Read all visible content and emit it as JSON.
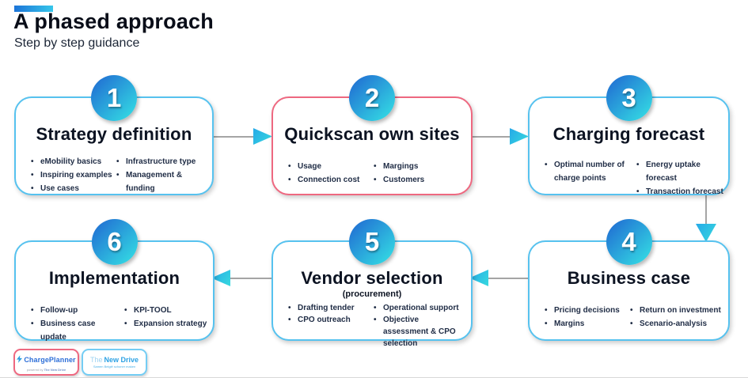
{
  "page": {
    "title": "A phased approach",
    "subtitle": "Step by step guidance"
  },
  "colors": {
    "accent_blue": "#2170d3",
    "accent_cyan": "#33d7e3",
    "box_border_blue": "#56c2ef",
    "box_border_pink": "#ee6880",
    "arrow_gray": "#a5a5a5",
    "text_dark": "#0c1322"
  },
  "steps": [
    {
      "number": "1",
      "title": "Strategy definition",
      "bullets_left": [
        "eMobility basics",
        "Inspiring examples",
        "Use cases"
      ],
      "bullets_right": [
        "Infrastructure type",
        "Management & funding"
      ]
    },
    {
      "number": "2",
      "title": "Quickscan own sites",
      "bullets_left": [
        "Usage",
        "Connection cost"
      ],
      "bullets_right": [
        "Margings",
        "Customers"
      ]
    },
    {
      "number": "3",
      "title": "Charging forecast",
      "bullets_left": [
        "Optimal number of charge points"
      ],
      "bullets_right": [
        "Energy uptake forecast",
        "Transaction forecast"
      ]
    },
    {
      "number": "4",
      "title": "Business case",
      "bullets_left": [
        "Pricing decisions",
        "Margins"
      ],
      "bullets_right": [
        "Return on investment",
        "Scenario-analysis"
      ]
    },
    {
      "number": "5",
      "title": "Vendor selection",
      "subtitle": "(procurement)",
      "bullets_left": [
        "Drafting tender",
        "CPO outreach"
      ],
      "bullets_right": [
        "Operational support",
        "Objective assessment & CPO selection"
      ]
    },
    {
      "number": "6",
      "title": "Implementation",
      "bullets_left": [
        "Follow-up",
        "Business case update"
      ],
      "bullets_right": [
        "KPI-TOOL",
        "Expansion strategy"
      ]
    }
  ],
  "logos": {
    "chargeplanner": {
      "name": "ChargePlanner",
      "tagline_prefix": "powered by",
      "tagline_brand": "The New Drive"
    },
    "newdrive": {
      "prefix": "The",
      "name": "New Drive",
      "tagline": "Samen België schoner maken"
    }
  }
}
